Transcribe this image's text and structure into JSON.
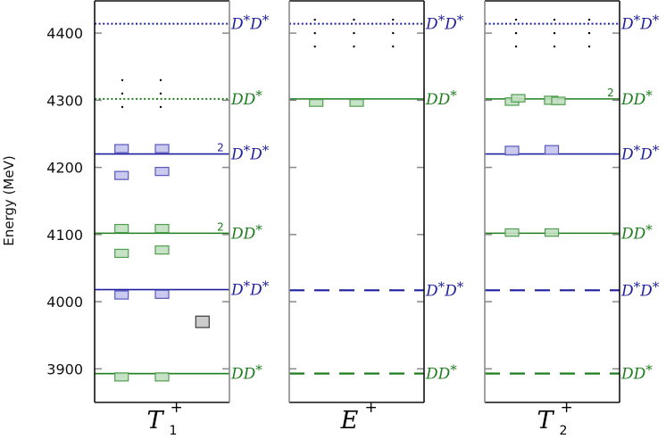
{
  "chart_data": {
    "type": "energy-levels",
    "title": "",
    "xlabel": "",
    "ylabel": "Energy (MeV)",
    "ylim": [
      3850,
      4448
    ],
    "yticks": [
      3900,
      4000,
      4100,
      4200,
      4300,
      4400
    ],
    "grid": false,
    "legend": null,
    "colors": {
      "DD*": "#1e7d1e",
      "D*D*": "#1f1f9f",
      "box_green_fill": "#c2dfc2",
      "box_green_stroke": "#4f9e4f",
      "box_blue_fill": "#c4c4ec",
      "box_blue_stroke": "#5858bd",
      "box_gray_fill": "#c6c6c6",
      "box_gray_stroke": "#3a3a3a",
      "tick": "#888888",
      "frame": "#111111",
      "frame_shared": "#8a8a8a",
      "ellipsis": "#000000"
    },
    "panels": [
      {
        "label": {
          "symbol": "T",
          "subscript": "1",
          "superscript": "+"
        },
        "thresholds": [
          {
            "label": "D*D*",
            "energy": 4414,
            "style": "dotted"
          },
          {
            "label": "DD*",
            "energy": 4302,
            "style": "dotted"
          },
          {
            "label": "D*D*",
            "energy": 4220,
            "style": "solid",
            "degeneracy": "2"
          },
          {
            "label": "DD*",
            "energy": 4102,
            "style": "solid",
            "degeneracy": "2"
          },
          {
            "label": "D*D*",
            "energy": 4018,
            "style": "solid"
          },
          {
            "label": "DD*",
            "energy": 3893,
            "style": "solid"
          }
        ],
        "levels": [
          {
            "x_frac": 0.2,
            "energy": 4228,
            "uncertainty": 6,
            "color": "blue"
          },
          {
            "x_frac": 0.2,
            "energy": 4188,
            "uncertainty": 6,
            "color": "blue"
          },
          {
            "x_frac": 0.2,
            "energy": 4109,
            "uncertainty": 6,
            "color": "green"
          },
          {
            "x_frac": 0.2,
            "energy": 4072,
            "uncertainty": 6,
            "color": "green"
          },
          {
            "x_frac": 0.2,
            "energy": 4010,
            "uncertainty": 6,
            "color": "blue"
          },
          {
            "x_frac": 0.2,
            "energy": 3888,
            "uncertainty": 6,
            "color": "green"
          },
          {
            "x_frac": 0.5,
            "energy": 4228,
            "uncertainty": 6,
            "color": "blue"
          },
          {
            "x_frac": 0.5,
            "energy": 4194,
            "uncertainty": 6,
            "color": "blue"
          },
          {
            "x_frac": 0.5,
            "energy": 4109,
            "uncertainty": 6,
            "color": "green"
          },
          {
            "x_frac": 0.5,
            "energy": 4077,
            "uncertainty": 6,
            "color": "green"
          },
          {
            "x_frac": 0.5,
            "energy": 4011,
            "uncertainty": 6,
            "color": "blue"
          },
          {
            "x_frac": 0.5,
            "energy": 3888,
            "uncertainty": 6,
            "color": "green"
          },
          {
            "x_frac": 0.8,
            "energy": 3970,
            "uncertainty": 8.5,
            "color": "gray"
          }
        ],
        "ellipses": [
          {
            "x_frac": 0.205,
            "energies": [
              4330,
              4310,
              4290
            ]
          },
          {
            "x_frac": 0.49,
            "energies": [
              4330,
              4310,
              4290
            ]
          }
        ]
      },
      {
        "label": {
          "symbol": "E",
          "subscript": "",
          "superscript": "+"
        },
        "thresholds": [
          {
            "label": "D*D*",
            "energy": 4414,
            "style": "dotted"
          },
          {
            "label": "DD*",
            "energy": 4302,
            "style": "solid"
          },
          {
            "label": "D*D*",
            "energy": 4017,
            "style": "dashed"
          },
          {
            "label": "DD*",
            "energy": 3893,
            "style": "dashed"
          }
        ],
        "levels": [
          {
            "x_frac": 0.2,
            "energy": 4296,
            "uncertainty": 5,
            "color": "green"
          },
          {
            "x_frac": 0.5,
            "energy": 4296,
            "uncertainty": 5,
            "color": "green"
          }
        ],
        "ellipses": [
          {
            "x_frac": 0.19,
            "energies": [
              4420,
              4400,
              4380
            ]
          },
          {
            "x_frac": 0.48,
            "energies": [
              4420,
              4400,
              4380
            ]
          },
          {
            "x_frac": 0.77,
            "energies": [
              4420,
              4400,
              4380
            ]
          }
        ]
      },
      {
        "label": {
          "symbol": "T",
          "subscript": "2",
          "superscript": "+"
        },
        "thresholds": [
          {
            "label": "D*D*",
            "energy": 4414,
            "style": "dotted"
          },
          {
            "label": "DD*",
            "energy": 4302,
            "style": "solid",
            "degeneracy": "2"
          },
          {
            "label": "D*D*",
            "energy": 4220,
            "style": "solid"
          },
          {
            "label": "DD*",
            "energy": 4102,
            "style": "solid"
          },
          {
            "label": "D*D*",
            "energy": 4017,
            "style": "dashed"
          },
          {
            "label": "DD*",
            "energy": 3893,
            "style": "dashed"
          }
        ],
        "levels": [
          {
            "x_frac": 0.202,
            "energy": 4298,
            "uncertainty": 5.5,
            "color": "green"
          },
          {
            "x_frac": 0.248,
            "energy": 4303,
            "uncertainty": 5.5,
            "color": "green"
          },
          {
            "x_frac": 0.493,
            "energy": 4300,
            "uncertainty": 6,
            "color": "green"
          },
          {
            "x_frac": 0.546,
            "energy": 4299,
            "uncertainty": 5.5,
            "color": "green"
          },
          {
            "x_frac": 0.202,
            "energy": 4225,
            "uncertainty": 6.5,
            "color": "blue"
          },
          {
            "x_frac": 0.497,
            "energy": 4226,
            "uncertainty": 6.5,
            "color": "blue"
          },
          {
            "x_frac": 0.202,
            "energy": 4103,
            "uncertainty": 5.5,
            "color": "green"
          },
          {
            "x_frac": 0.497,
            "energy": 4103,
            "uncertainty": 5.5,
            "color": "green"
          }
        ],
        "ellipses": [
          {
            "x_frac": 0.232,
            "energies": [
              4420,
              4400,
              4380
            ]
          },
          {
            "x_frac": 0.517,
            "energies": [
              4420,
              4400,
              4380
            ]
          },
          {
            "x_frac": 0.775,
            "energies": [
              4420,
              4400,
              4380
            ]
          }
        ]
      }
    ]
  }
}
